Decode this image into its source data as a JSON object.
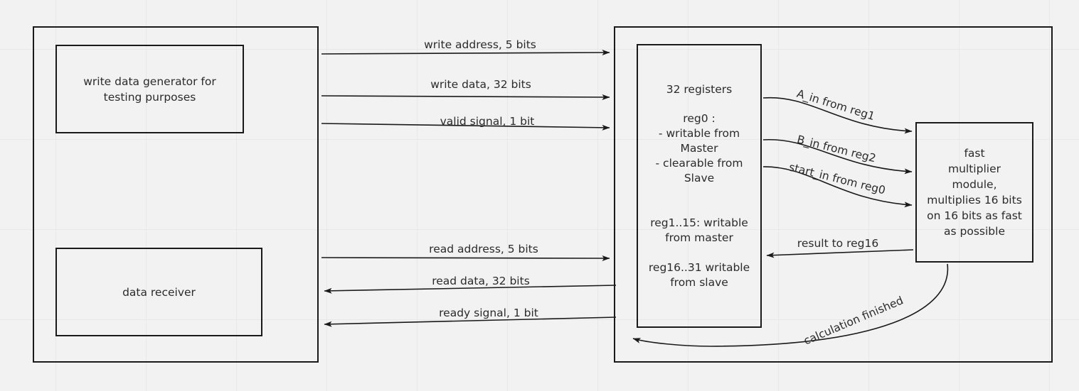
{
  "diagram": {
    "type": "block-diagram",
    "background_color": "#f2f2f2",
    "grid_color": "#e8e8e8",
    "line_color": "#1a1a1a",
    "text_color": "#2b2b2b",
    "containers": [
      {
        "id": "testbench",
        "label": ""
      },
      {
        "id": "dut",
        "label": ""
      }
    ],
    "blocks": {
      "write_generator": "write data generator for\ntesting purposes",
      "data_receiver": "data receiver",
      "registers": "32 registers\n\nreg0 :\n- writable from\nMaster\n- clearable from\nSlave\n\n\nreg1..15: writable\nfrom master\n\nreg16..31 writable\nfrom slave",
      "multiplier": "fast\nmultiplier\nmodule,\nmultiplies 16 bits\non 16 bits as fast\nas possible"
    },
    "connections": [
      {
        "id": "write-address",
        "label": "write address, 5 bits",
        "direction": "right"
      },
      {
        "id": "write-data",
        "label": "write data, 32 bits",
        "direction": "right"
      },
      {
        "id": "valid-signal",
        "label": "valid signal, 1 bit",
        "direction": "right"
      },
      {
        "id": "read-address",
        "label": "read address, 5 bits",
        "direction": "right"
      },
      {
        "id": "read-data",
        "label": "read data, 32 bits",
        "direction": "left"
      },
      {
        "id": "ready-signal",
        "label": "ready signal, 1 bit",
        "direction": "left"
      },
      {
        "id": "a-in",
        "label": "A_in from reg1",
        "direction": "right"
      },
      {
        "id": "b-in",
        "label": "B_in from reg2",
        "direction": "right"
      },
      {
        "id": "start-in",
        "label": "start_in from reg0",
        "direction": "right"
      },
      {
        "id": "result",
        "label": "result to reg16",
        "direction": "left"
      },
      {
        "id": "calculation-finished",
        "label": "calculation finished",
        "direction": "left"
      }
    ]
  }
}
